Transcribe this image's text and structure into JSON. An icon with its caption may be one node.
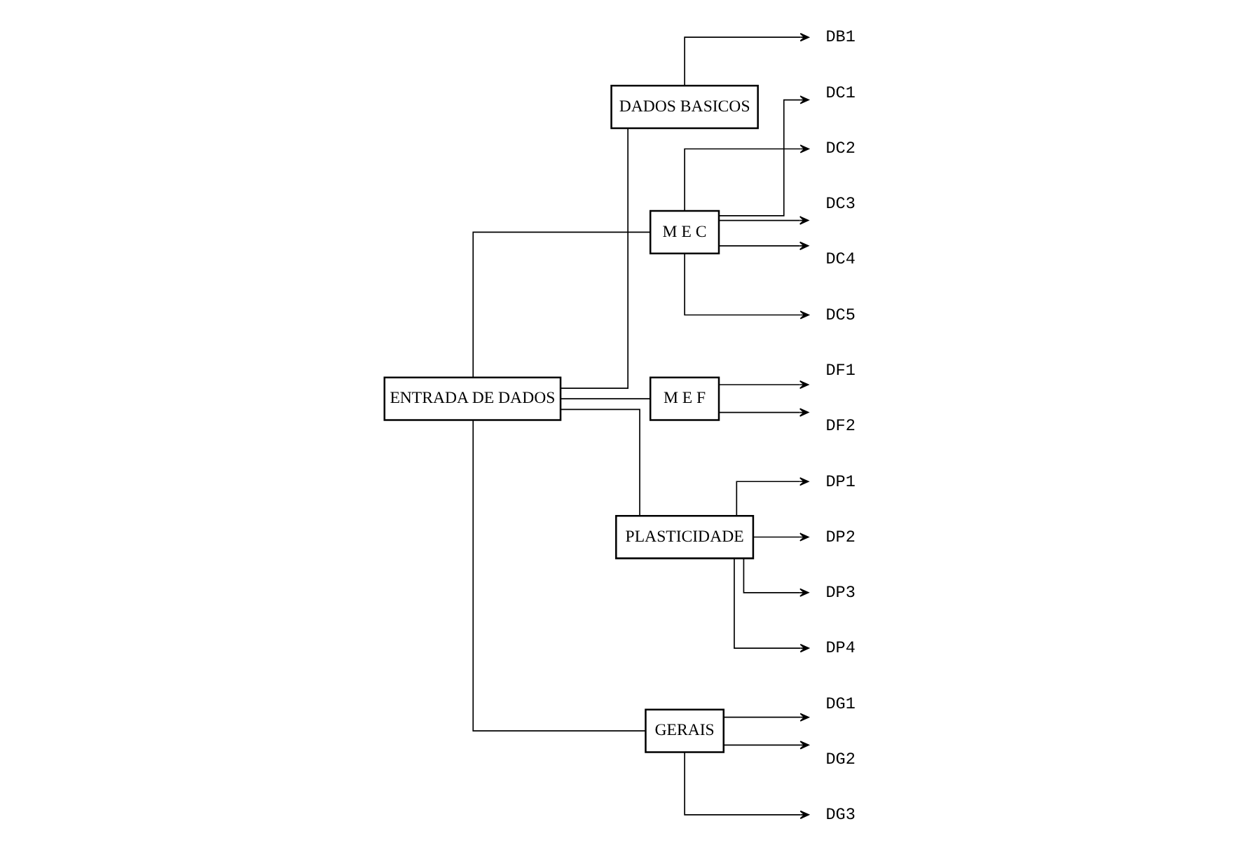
{
  "diagram": {
    "nodes": [
      {
        "text": [
          "ENTRADA DE DADOS"
        ]
      },
      {
        "text": [
          "DADOS BASICOS"
        ]
      },
      {
        "text": [
          "DB1"
        ]
      },
      {
        "text": [
          "M E C"
        ]
      },
      {
        "text": [
          "DC1"
        ]
      },
      {
        "text": [
          "DC2"
        ]
      },
      {
        "text": [
          "DC3"
        ]
      },
      {
        "text": [
          "DC4"
        ]
      },
      {
        "text": [
          "DC5"
        ]
      },
      {
        "text": [
          "M E F"
        ]
      },
      {
        "text": [
          "DF1"
        ]
      },
      {
        "text": [
          "DF2"
        ]
      },
      {
        "text": [
          "PLASTICIDADE"
        ]
      },
      {
        "text": [
          "DP1"
        ]
      },
      {
        "text": [
          "DP2"
        ]
      },
      {
        "text": [
          "DP3"
        ]
      },
      {
        "text": [
          "DP4"
        ]
      },
      {
        "text": [
          "GERAIS"
        ]
      },
      {
        "text": [
          "DG1"
        ]
      },
      {
        "text": [
          "DG2"
        ]
      },
      {
        "text": [
          "DG3"
        ]
      }
    ],
    "edges": [
      {
        "from": 0,
        "to": 1,
        "arrow": "none"
      },
      {
        "from": 1,
        "to": 2,
        "arrow": "to"
      },
      {
        "from": 0,
        "to": 3,
        "arrow": "none"
      },
      {
        "from": 3,
        "to": 4,
        "arrow": "to"
      },
      {
        "from": 3,
        "to": 5,
        "arrow": "to"
      },
      {
        "from": 3,
        "to": 6,
        "arrow": "to"
      },
      {
        "from": 3,
        "to": 7,
        "arrow": "to"
      },
      {
        "from": 3,
        "to": 8,
        "arrow": "to"
      },
      {
        "from": 0,
        "to": 9,
        "arrow": "none"
      },
      {
        "from": 9,
        "to": 10,
        "arrow": "to"
      },
      {
        "from": 9,
        "to": 11,
        "arrow": "to"
      },
      {
        "from": 0,
        "to": 12,
        "arrow": "none"
      },
      {
        "from": 12,
        "to": 13,
        "arrow": "to"
      },
      {
        "from": 12,
        "to": 14,
        "arrow": "to"
      },
      {
        "from": 12,
        "to": 15,
        "arrow": "to"
      },
      {
        "from": 12,
        "to": 16,
        "arrow": "to"
      },
      {
        "from": 0,
        "to": 17,
        "arrow": "none"
      },
      {
        "from": 17,
        "to": 18,
        "arrow": "to"
      },
      {
        "from": 17,
        "to": 19,
        "arrow": "to"
      },
      {
        "from": 17,
        "to": 20,
        "arrow": "to"
      }
    ]
  }
}
